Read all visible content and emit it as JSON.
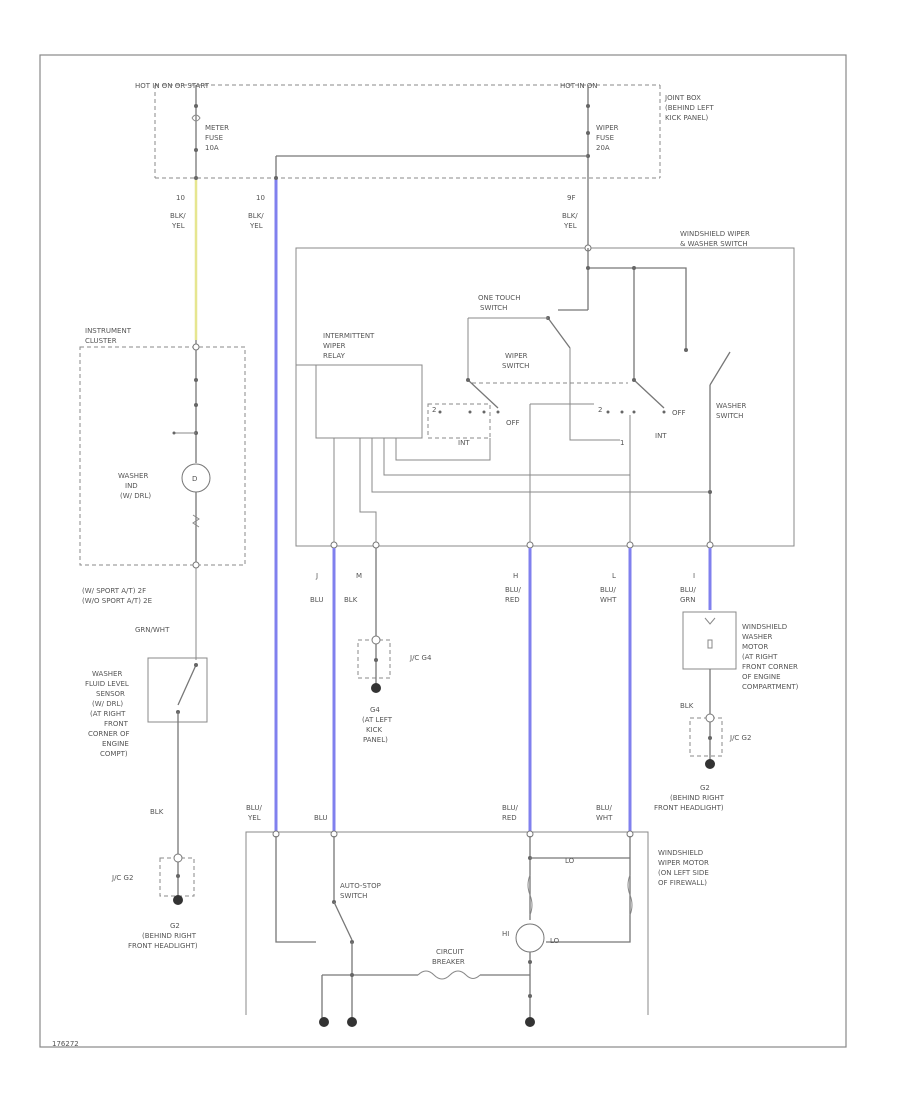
{
  "labels": {
    "power_left": "HOT IN ON OR START",
    "power_right": "HOT IN ON",
    "joint_box": [
      "JOINT BOX",
      "(BEHIND LEFT",
      "KICK PANEL)"
    ],
    "meter_fuse": [
      "METER",
      "FUSE",
      "10A"
    ],
    "wiper_fuse": [
      "WIPER",
      "FUSE",
      "20A"
    ],
    "wire_blk_yel": [
      "BLK/",
      "YEL"
    ],
    "pin_left": "10",
    "pin_mid": "10",
    "pin_right": "9F",
    "ws_wiper_washer_switch": [
      "WINDSHIELD WIPER",
      "& WASHER SWITCH"
    ],
    "instrument_cluster": [
      "INSTRUMENT",
      "CLUSTER"
    ],
    "washer_ind": [
      "WASHER",
      "IND",
      "(W/ DRL)"
    ],
    "one_touch_switch": [
      "ONE TOUCH",
      "SWITCH"
    ],
    "intermittent_relay": [
      "INTERMITTENT",
      "WIPER",
      "RELAY"
    ],
    "wiper_switch": [
      "WIPER",
      "SWITCH"
    ],
    "washer_switch": [
      "WASHER",
      "SWITCH"
    ],
    "off": "OFF",
    "int": "INT",
    "sw_pos_left": "2",
    "sw_pos_right": "2",
    "sw_pos_one": "1",
    "conn_j": "J",
    "conn_m": "M",
    "conn_h": "H",
    "conn_l": "L",
    "conn_i": "I",
    "wire_blu_j": [
      "BLU"
    ],
    "wire_blk_m": [
      "BLK"
    ],
    "wire_blu_red": [
      "BLU/",
      "RED"
    ],
    "wire_blu_wht": [
      "BLU/",
      "WHT"
    ],
    "wire_blu_grn": [
      "BLU/",
      "GRN"
    ],
    "sport_note": [
      "(W/ SPORT A/T) 2F",
      "(W/O SPORT A/T) 2E"
    ],
    "grn_wht": "GRN/WHT",
    "washer_fluid_sensor": [
      "WASHER",
      "FLUID LEVEL",
      "SENSOR",
      "(W/ DRL)",
      "(AT RIGHT",
      "FRONT",
      "CORNER OF",
      "ENGINE",
      "COMPT)"
    ],
    "ws_washer_motor": [
      "WINDSHIELD",
      "WASHER",
      "MOTOR",
      "(AT RIGHT",
      "FRONT CORNER",
      "OF ENGINE",
      "COMPARTMENT)"
    ],
    "jc_g4": "J/C G4",
    "g4": [
      "G4",
      "(AT LEFT",
      "KICK",
      "PANEL)"
    ],
    "jc_g2_left": "J/C G2",
    "jc_g2_right": "J/C G2",
    "g2_left": [
      "G2",
      "(BEHIND RIGHT",
      "FRONT HEADLIGHT)"
    ],
    "g2_right": [
      "G2",
      "(BEHIND RIGHT",
      "FRONT HEADLIGHT)"
    ],
    "blk": "BLK",
    "bot_blu_yel": [
      "BLU/",
      "YEL"
    ],
    "bot_blu": [
      "BLU"
    ],
    "bot_blu_red": [
      "BLU/",
      "RED"
    ],
    "bot_blu_wht": [
      "BLU/",
      "WHT"
    ],
    "ws_wiper_motor": [
      "WINDSHIELD",
      "WIPER MOTOR",
      "(ON LEFT SIDE",
      "OF FIREWALL)"
    ],
    "auto_stop_switch": [
      "AUTO-STOP",
      "SWITCH"
    ],
    "circuit_breaker": [
      "CIRCUIT",
      "BREAKER"
    ],
    "motor_hi": "HI",
    "motor_lo": "LO",
    "lo_tag": "LO",
    "footer_id": "176272"
  }
}
